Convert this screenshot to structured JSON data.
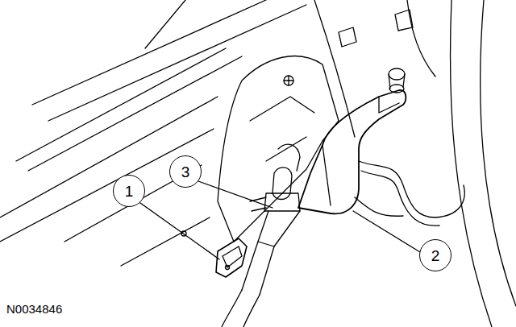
{
  "diagram": {
    "labels": [
      "1",
      "3",
      "2",
      "N0034846"
    ]
  }
}
